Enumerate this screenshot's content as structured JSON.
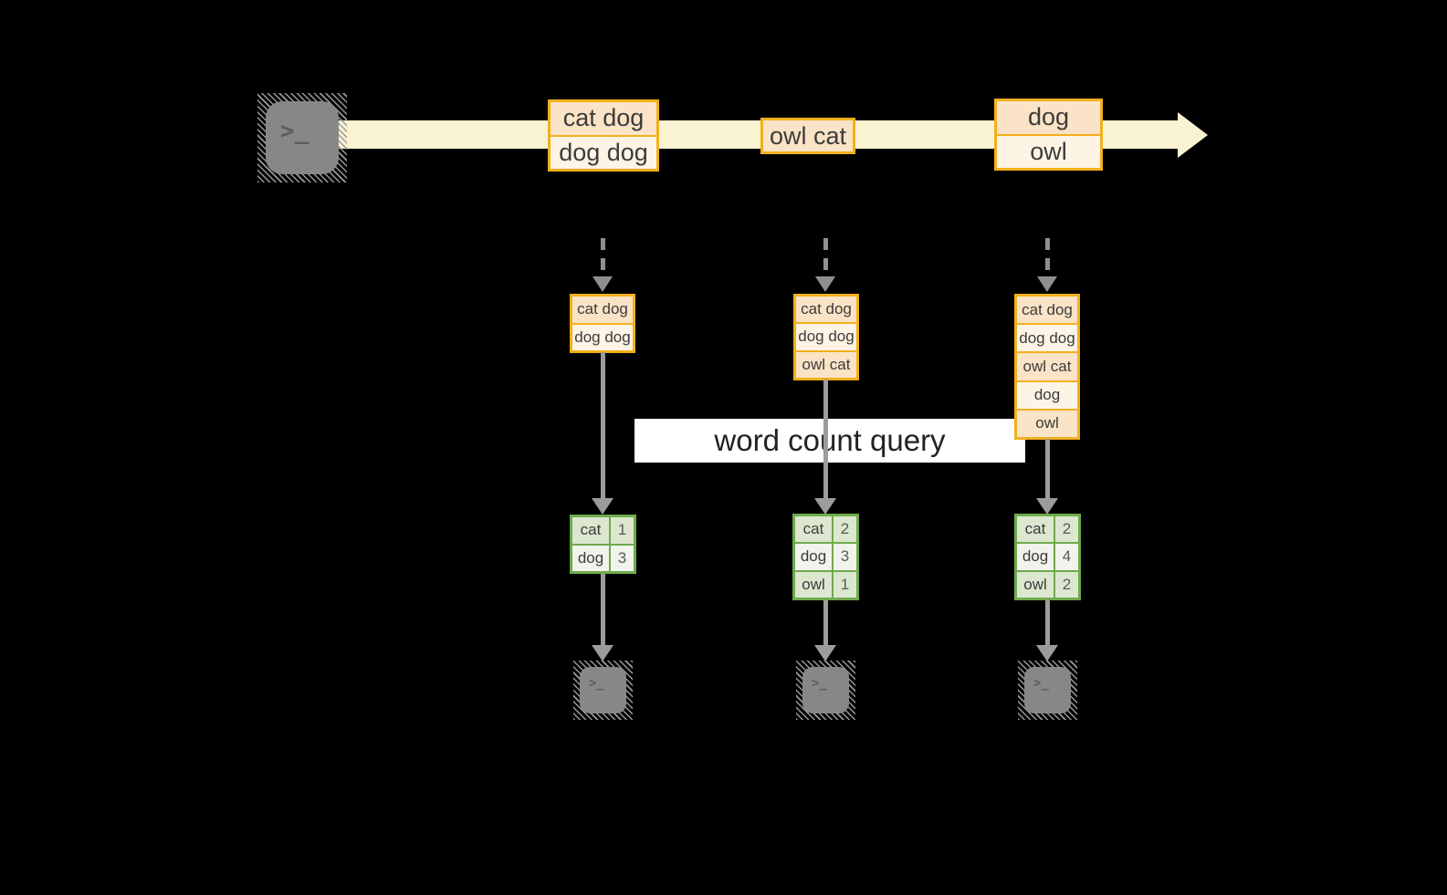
{
  "banner": {
    "label": "word count query"
  },
  "terminal": {
    "glyph": ">_"
  },
  "stream_batches": [
    {
      "rows": [
        "cat dog",
        "dog dog"
      ]
    },
    {
      "rows": [
        "owl cat"
      ]
    },
    {
      "rows": [
        "dog",
        "owl"
      ]
    }
  ],
  "states": [
    {
      "rows": [
        "cat dog",
        "dog dog"
      ]
    },
    {
      "rows": [
        "cat dog",
        "dog dog",
        "owl cat"
      ]
    },
    {
      "rows": [
        "cat dog",
        "dog dog",
        "owl cat",
        "dog",
        "owl"
      ]
    }
  ],
  "tables": [
    {
      "rows": [
        {
          "word": "cat",
          "count": "1"
        },
        {
          "word": "dog",
          "count": "3"
        }
      ]
    },
    {
      "rows": [
        {
          "word": "cat",
          "count": "2"
        },
        {
          "word": "dog",
          "count": "3"
        },
        {
          "word": "owl",
          "count": "1"
        }
      ]
    },
    {
      "rows": [
        {
          "word": "cat",
          "count": "2"
        },
        {
          "word": "dog",
          "count": "4"
        },
        {
          "word": "owl",
          "count": "2"
        }
      ]
    }
  ],
  "colors": {
    "band": "#faf3d1",
    "amber": "#f2b01c",
    "peach": "#fae3c6",
    "cream": "#fdf4e5",
    "green": "#6faa4c",
    "gdark": "#dce7d0",
    "glight": "#f0f4eb",
    "arrow": "#9c9c9c",
    "arrow2": "#8f8f8f",
    "term": "#878787",
    "ink": "#3c3c3c"
  }
}
